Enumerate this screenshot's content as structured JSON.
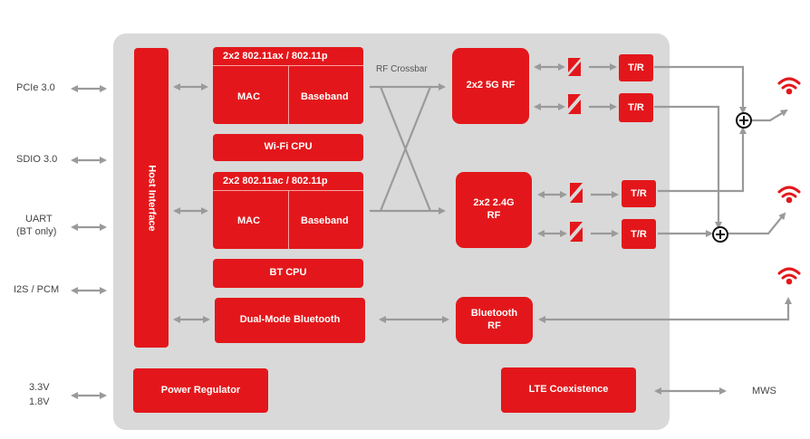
{
  "interfaces": {
    "pcie": "PCIe 3.0",
    "sdio": "SDIO 3.0",
    "uart_line1": "UART",
    "uart_line2": "(BT only)",
    "i2s": "I2S / PCM",
    "v33": "3.3V",
    "v18": "1.8V",
    "mws": "MWS"
  },
  "blocks": {
    "host_interface": "Host Interface",
    "mac1_title": "2x2 802.11ax / 802.11p",
    "mac1_mac": "MAC",
    "mac1_baseband": "Baseband",
    "wifi_cpu": "Wi-Fi CPU",
    "mac2_title": "2x2 802.11ac / 802.11p",
    "mac2_mac": "MAC",
    "mac2_baseband": "Baseband",
    "bt_cpu": "BT CPU",
    "dual_mode_bt": "Dual-Mode Bluetooth",
    "rf_crossbar": "RF Crossbar",
    "rf5g": "2x2 5G RF",
    "rf24g_line1": "2x2 2.4G",
    "rf24g_line2": "RF",
    "bt_rf_line1": "Bluetooth",
    "bt_rf_line2": "RF",
    "power_regulator": "Power Regulator",
    "lte_coexistence": "LTE Coexistence",
    "tr1": "T/R",
    "tr2": "T/R",
    "tr3": "T/R",
    "tr4": "T/R"
  },
  "colors": {
    "accent": "#e3171b",
    "chip_bg": "#d9d9d9",
    "arrow": "#9a9a9a"
  }
}
